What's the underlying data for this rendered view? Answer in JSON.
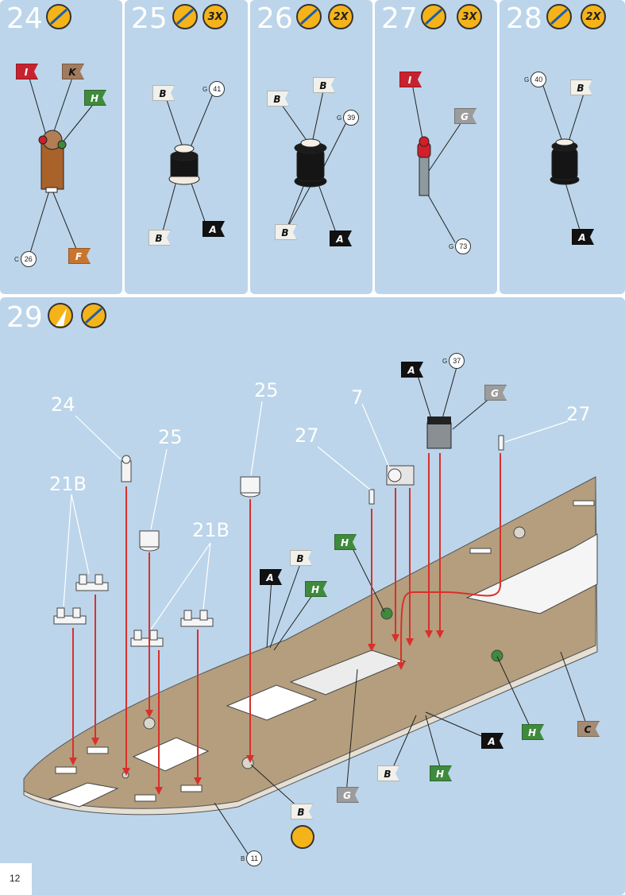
{
  "page_number": "12",
  "colors": {
    "panel_bg": "#bcd5ea",
    "deck": "#b49e7e",
    "arrow": "#d9302b",
    "flag_A": "#111111",
    "flag_B": "#f1f0ea",
    "flag_C": "#a58b74",
    "flag_F": "#c8752f",
    "flag_G": "#9c9c9c",
    "flag_H": "#3f8a3c",
    "flag_I": "#c8222f",
    "flag_K": "#a27a5e",
    "badge": "#f5b31a"
  },
  "icons": [
    "paint-brush-icon",
    "glue-icon",
    "rotate-icon"
  ],
  "steps": [
    {
      "number": "24",
      "multiplier": "",
      "flags": [
        "I",
        "K",
        "H",
        "F"
      ],
      "refs": [
        {
          "prefix": "C",
          "num": "26"
        }
      ]
    },
    {
      "number": "25",
      "multiplier": "3X",
      "flags": [
        "B",
        "B",
        "A"
      ],
      "refs": [
        {
          "prefix": "G",
          "num": "41"
        }
      ]
    },
    {
      "number": "26",
      "multiplier": "2X",
      "flags": [
        "B",
        "B",
        "B",
        "A"
      ],
      "refs": [
        {
          "prefix": "G",
          "num": "39"
        }
      ]
    },
    {
      "number": "27",
      "multiplier": "3X",
      "flags": [
        "I",
        "G"
      ],
      "refs": [
        {
          "prefix": "G",
          "num": "73"
        }
      ]
    },
    {
      "number": "28",
      "multiplier": "2X",
      "flags": [
        "B",
        "A"
      ],
      "refs": [
        {
          "prefix": "G",
          "num": "40"
        }
      ]
    }
  ],
  "step29": {
    "number": "29",
    "callouts": [
      "24",
      "25",
      "21B",
      "25",
      "21B",
      "27",
      "7",
      "27"
    ],
    "flags": [
      "A",
      "G",
      "H",
      "B",
      "A",
      "H",
      "H",
      "A",
      "B",
      "H",
      "C",
      "G",
      "B"
    ],
    "refs": [
      {
        "prefix": "G",
        "num": "37"
      },
      {
        "prefix": "B",
        "num": "11"
      }
    ]
  }
}
